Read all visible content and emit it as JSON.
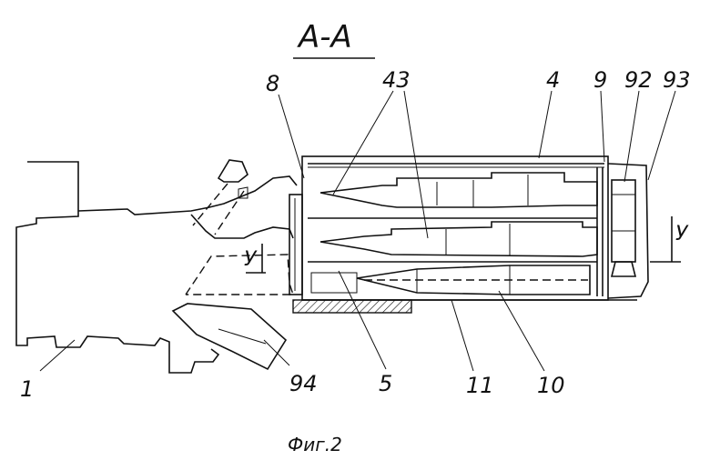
{
  "section_title": "А-А",
  "caption": "Фиг.2",
  "labels": {
    "l8": "8",
    "l43": "43",
    "l4": "4",
    "l9": "9",
    "l92": "92",
    "l93": "93",
    "l1": "1",
    "l94": "94",
    "l5": "5",
    "l11": "11",
    "l10": "10",
    "lU_left": "У",
    "lU_right": "У"
  }
}
